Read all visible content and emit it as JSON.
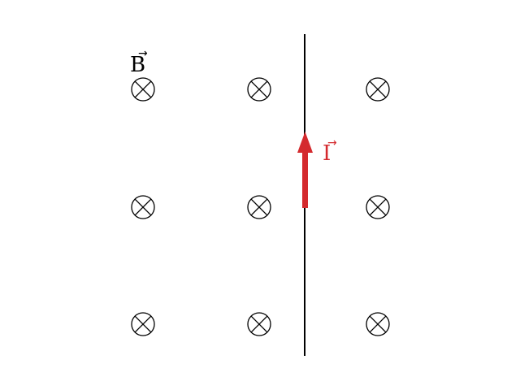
{
  "diagram": {
    "field_label": "B",
    "field_vector_mark": "→",
    "current_label": "I",
    "current_vector_mark": "→",
    "field_symbol": "into-page-cross-icon",
    "field_grid": {
      "rows": 3,
      "columns": 3
    },
    "colors": {
      "field": "#000000",
      "wire": "#000000",
      "current": "#d42a2e"
    }
  }
}
